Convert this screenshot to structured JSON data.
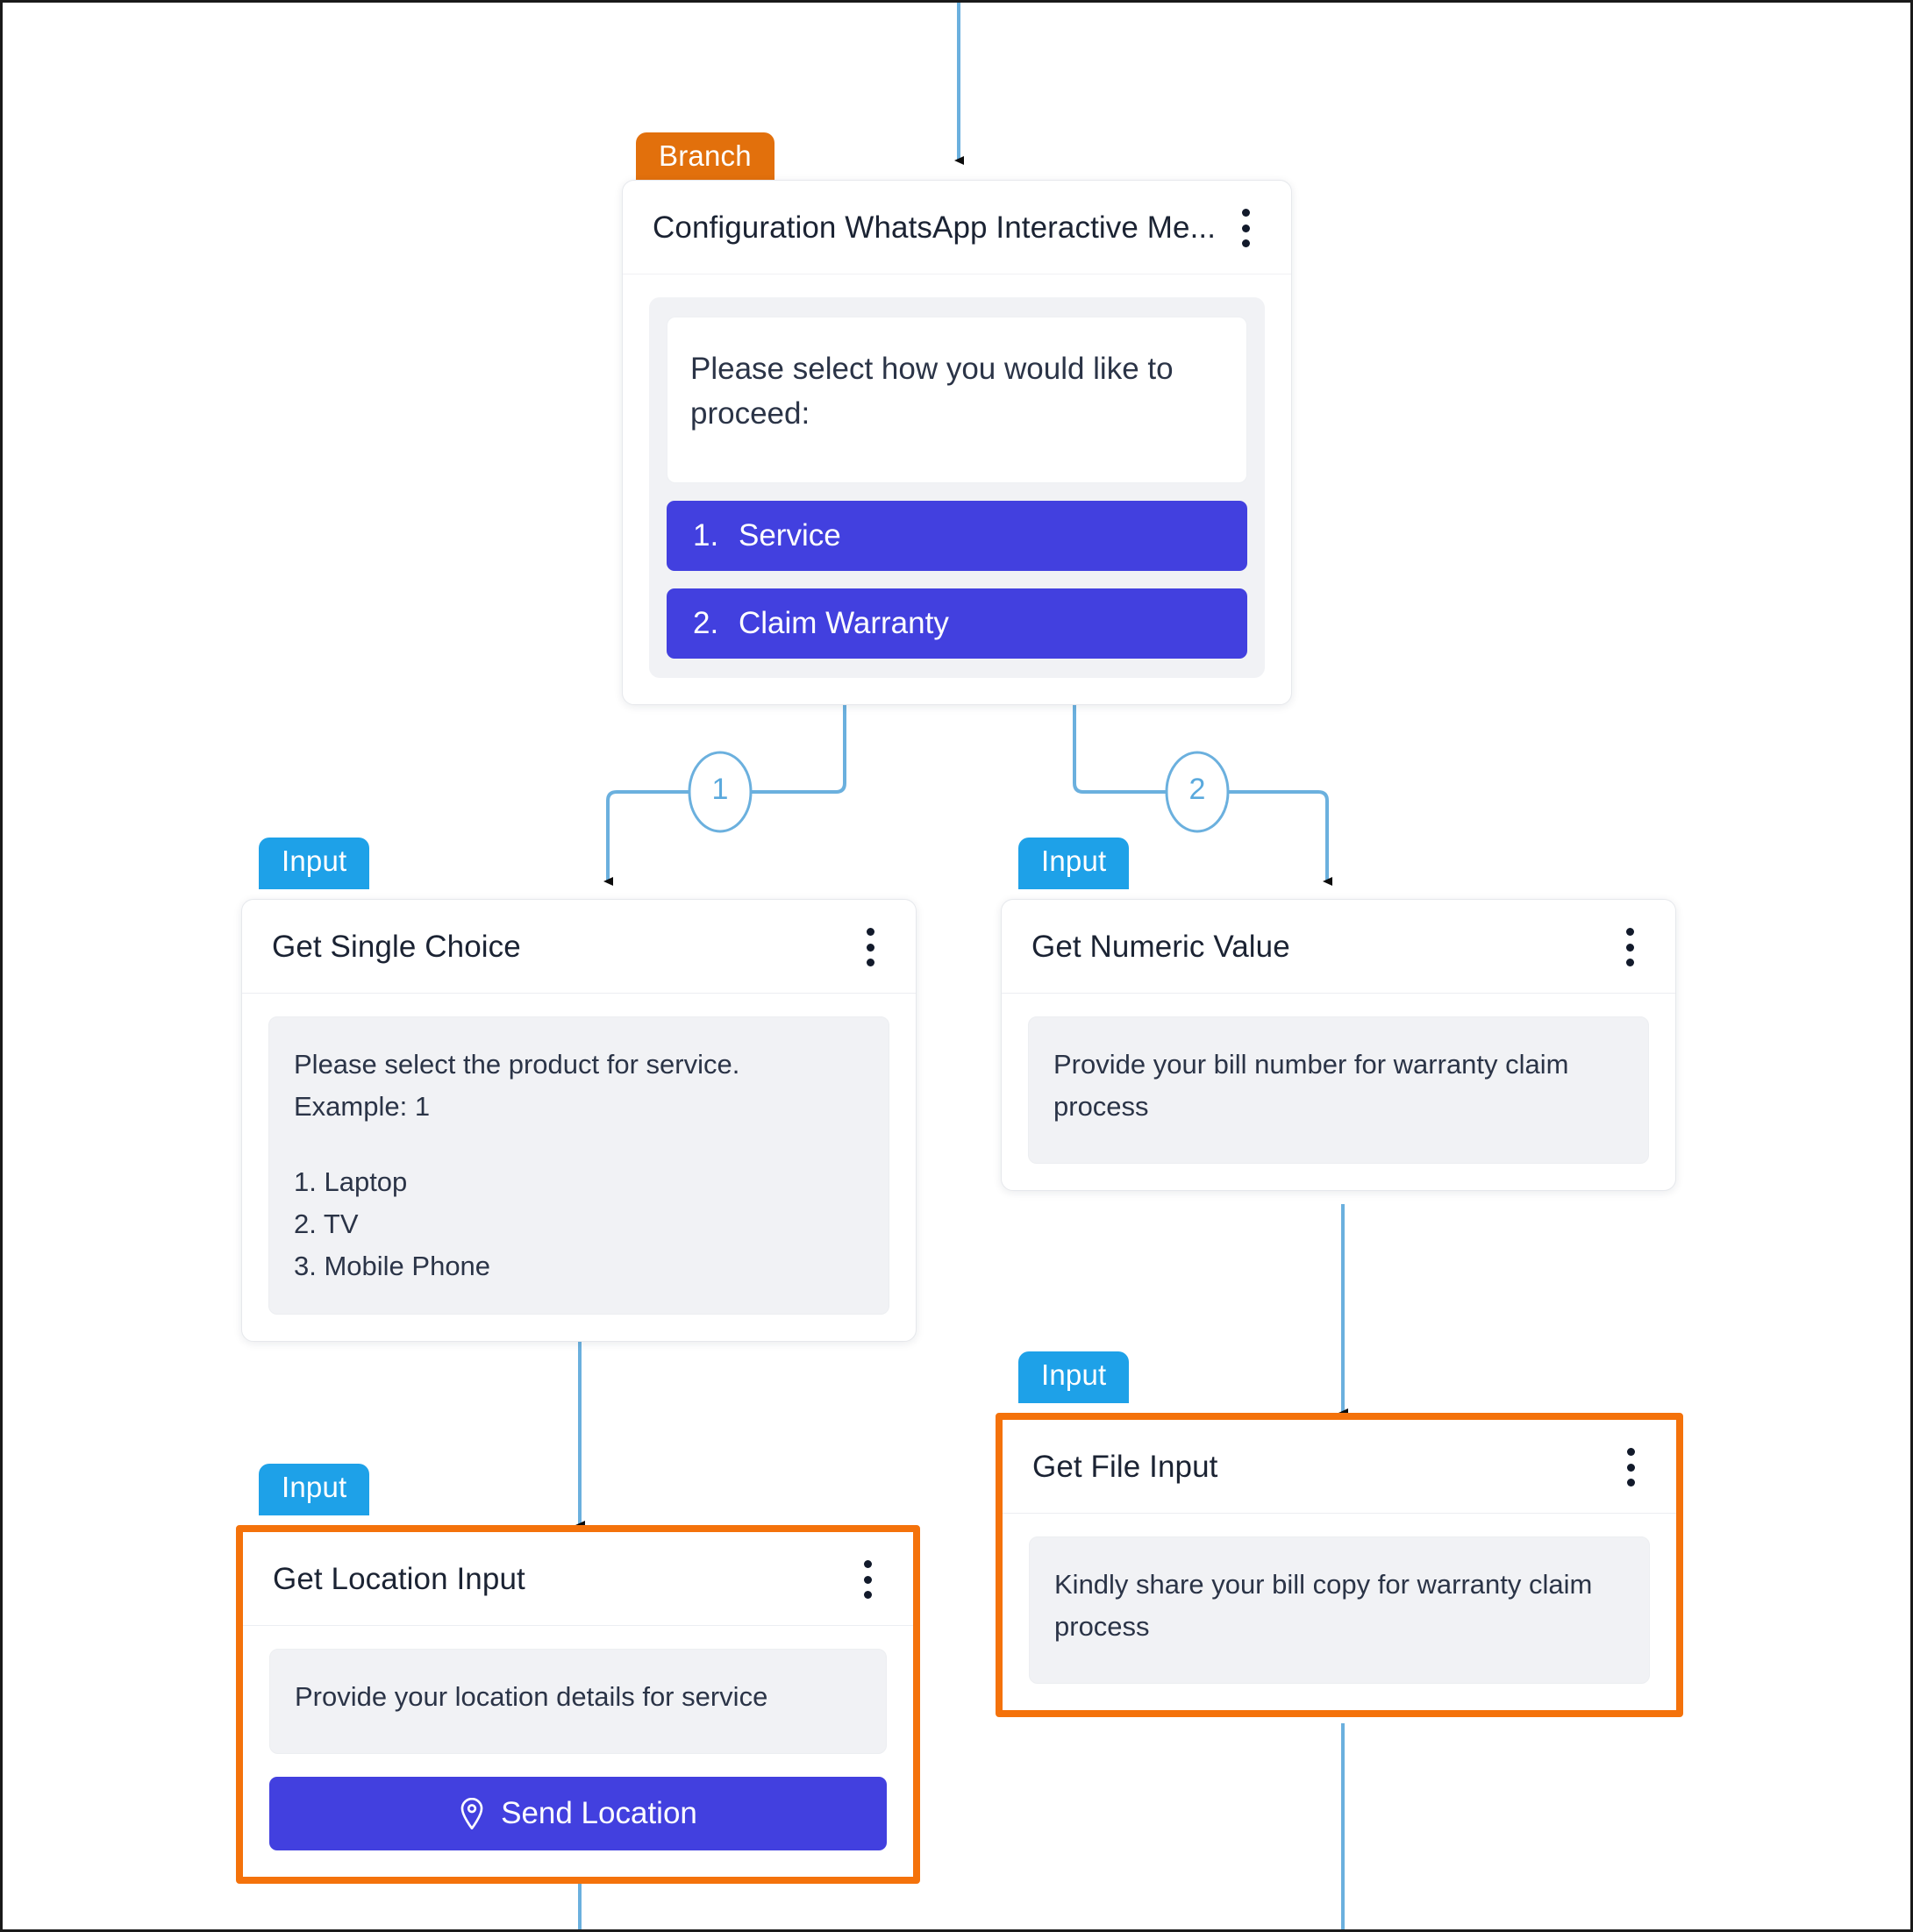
{
  "flow": {
    "branch_node": {
      "badge": "Branch",
      "title": "Configuration WhatsApp Interactive Me...",
      "menu_icon": "kebab-menu-icon",
      "message": "Please select how you would like to proceed:",
      "buttons": [
        {
          "num": "1.",
          "label": "Service"
        },
        {
          "num": "2.",
          "label": "Claim Warranty"
        }
      ]
    },
    "edge_labels": [
      "1",
      "2"
    ],
    "nodes": [
      {
        "badge": "Input",
        "title": "Get Single Choice",
        "menu_icon": "kebab-menu-icon",
        "lines": [
          "Please select the product for service.",
          "Example: 1"
        ],
        "options": [
          "1. Laptop",
          "2. TV",
          "3. Mobile Phone"
        ]
      },
      {
        "badge": "Input",
        "title": "Get Numeric Value",
        "menu_icon": "kebab-menu-icon",
        "message": "Provide your bill number for warranty claim process"
      },
      {
        "badge": "Input",
        "title": "Get Location Input",
        "menu_icon": "kebab-menu-icon",
        "message": "Provide your location details for service",
        "action_button": {
          "label": "Send Location",
          "icon": "location-pin-icon"
        }
      },
      {
        "badge": "Input",
        "title": "Get File Input",
        "menu_icon": "kebab-menu-icon",
        "message": "Kindly share your bill copy for warranty claim process"
      }
    ]
  },
  "colors": {
    "branch_badge": "#E2700C",
    "input_badge": "#1EA1E8",
    "action_button": "#4240DF",
    "highlight_border": "#F4720B",
    "wire": "#6BB0DE",
    "bubble_bg": "#F1F2F5",
    "title_text": "#1B2333"
  }
}
